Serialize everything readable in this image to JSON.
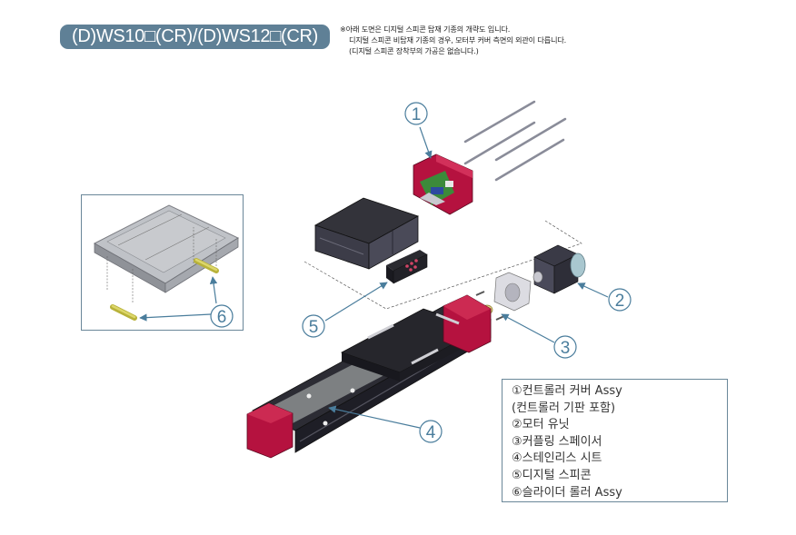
{
  "header": {
    "model_title": "(D)WS10□(CR)/(D)WS12□(CR)",
    "notes": [
      "※아래 도면은 디지털 스피콘 탑재 기종의 개략도 입니다.",
      "디지털 스피콘 비탑재 기종의 경우, 모터부 커버 측면의 외관이 다릅니다.",
      "(디지털 스피콘 장착부의 가공은 없습니다.)"
    ]
  },
  "callouts": [
    {
      "number": "1",
      "part": "controller-cover"
    },
    {
      "number": "2",
      "part": "motor-unit"
    },
    {
      "number": "3",
      "part": "coupling-spacer"
    },
    {
      "number": "4",
      "part": "stainless-sheet"
    },
    {
      "number": "5",
      "part": "digital-spicon"
    },
    {
      "number": "6",
      "part": "slider-roller"
    }
  ],
  "legend": {
    "items": [
      "①컨트롤러 커버 Assy",
      " (컨트롤러 기판 포함)",
      "②모터 유닛",
      "③커플링 스페이서",
      "④스테인리스 시트",
      "⑤디지털 스피콘",
      "⑥슬라이더 롤러 Assy"
    ]
  },
  "colors": {
    "badge": "#5f8096",
    "callout": "#4a7d9c",
    "frame": "#6a8799",
    "housing_red": "#b5123f",
    "body_dark": "#2a2a30"
  }
}
